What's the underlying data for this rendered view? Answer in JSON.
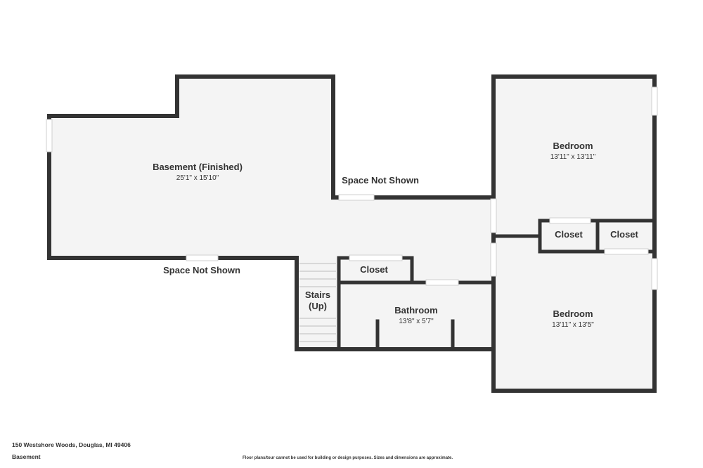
{
  "rooms": {
    "basement": {
      "name": "Basement (Finished)",
      "dims": "25'1\" x 15'10\""
    },
    "bedroom_upper": {
      "name": "Bedroom",
      "dims": "13'11\" x 13'11\""
    },
    "bedroom_lower": {
      "name": "Bedroom",
      "dims": "13'11\" x 13'5\""
    },
    "bathroom": {
      "name": "Bathroom",
      "dims": "13'8\" x 5'7\""
    },
    "closet_center": {
      "name": "Closet"
    },
    "closet_right_a": {
      "name": "Closet"
    },
    "closet_right_b": {
      "name": "Closet"
    },
    "stairs": {
      "line1": "Stairs",
      "line2": "(Up)"
    }
  },
  "exterior_labels": {
    "space_not_shown_upper": "Space Not Shown",
    "space_not_shown_lower": "Space Not Shown"
  },
  "footer": {
    "address": "150 Westshore Woods, Douglas, MI 49406",
    "level": "Basement",
    "disclaimer": "Floor plans/tour cannot be used for building or design purposes. Sizes and dimensions are approximate."
  }
}
